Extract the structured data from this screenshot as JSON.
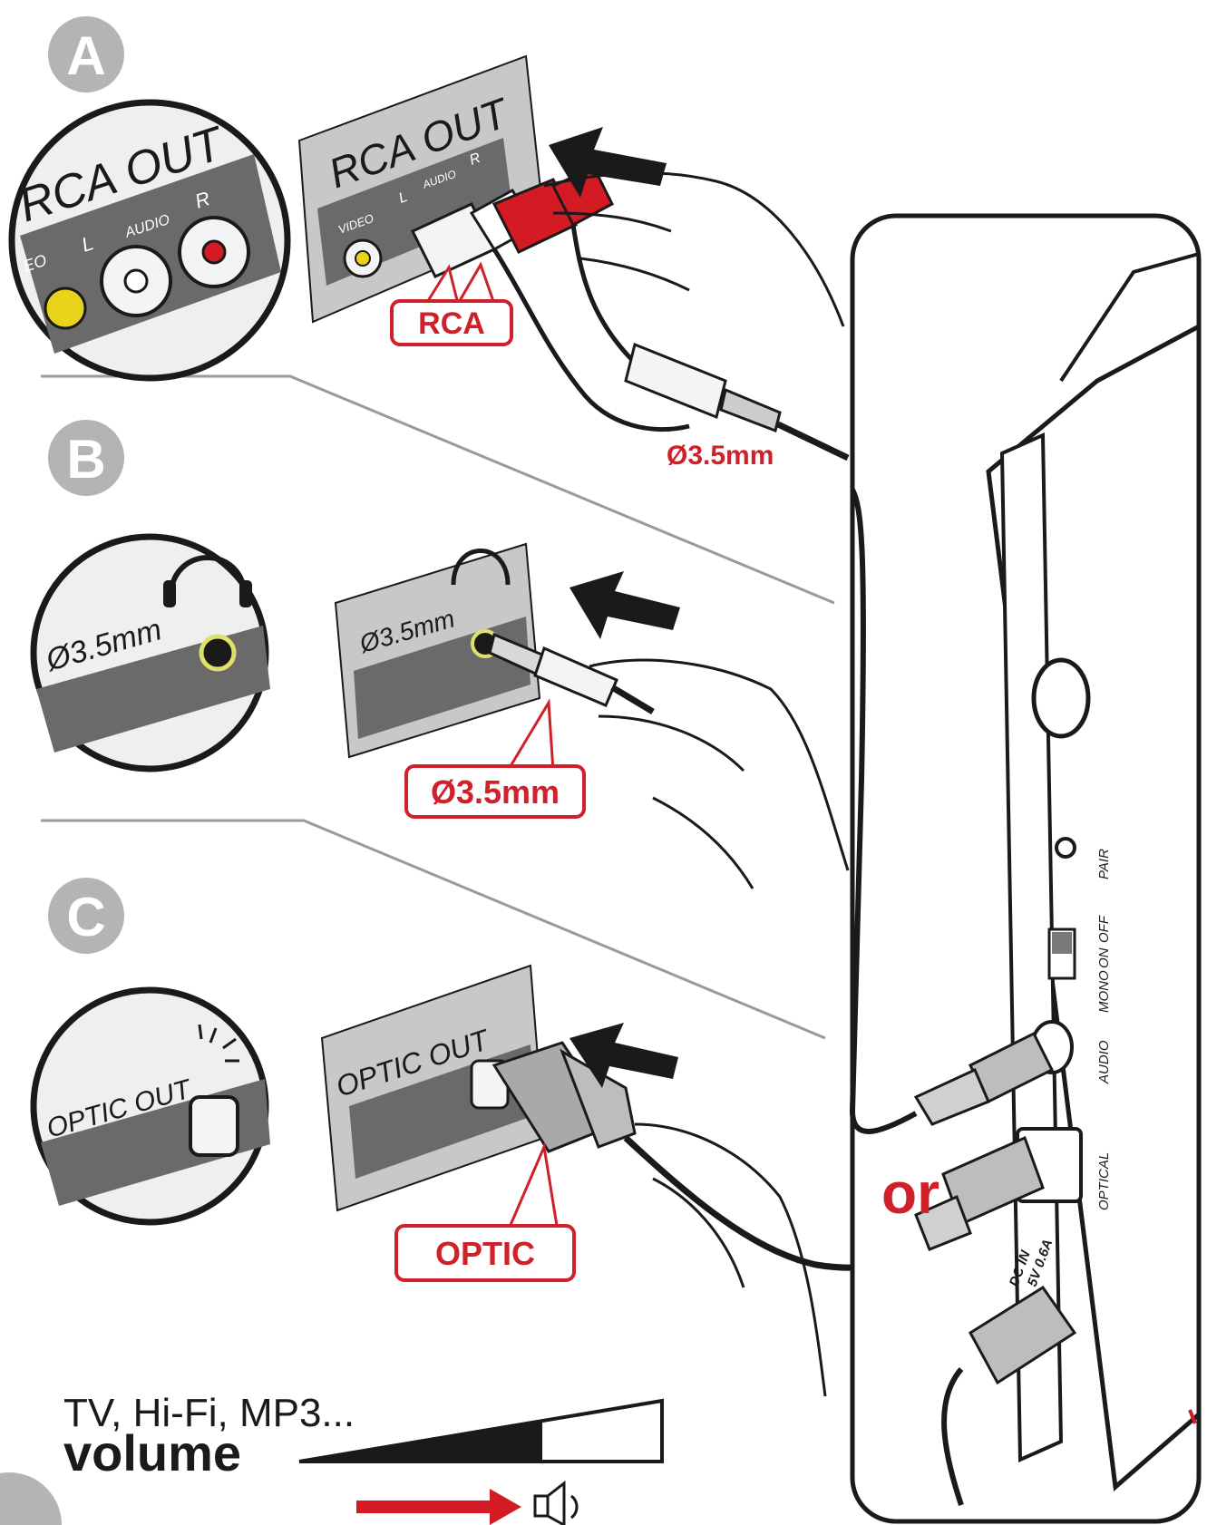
{
  "steps": [
    {
      "letter": "A",
      "port_label": "RCA OUT",
      "jack_labels": [
        "VIDEO",
        "L",
        "AUDIO",
        "R"
      ],
      "zoom_jack_labels": [
        "EO",
        "L",
        "AUDIO",
        "R"
      ],
      "callout": "RCA",
      "cable_label": "Ø3.5mm"
    },
    {
      "letter": "B",
      "port_label": "Ø3.5mm",
      "callout": "Ø3.5mm"
    },
    {
      "letter": "C",
      "port_label": "OPTIC OUT",
      "callout": "OPTIC"
    }
  ],
  "device": {
    "ports": [
      "PAIR",
      "MONO",
      "ON",
      "OFF",
      "AUDIO",
      "OPTICAL",
      "DC IN",
      "5V 0.6A"
    ]
  },
  "or_label": "or",
  "footer": {
    "devices_text": "TV, Hi-Fi, MP3...",
    "volume_text": "volume"
  },
  "colors": {
    "accent_red": "#d0202a",
    "badge_gray": "#b4b4b4",
    "panel_gray": "#c8c8c8",
    "port_dark": "#6a6a6a",
    "jack_yellow": "#e8d21a",
    "jack_red": "#d41a22"
  }
}
